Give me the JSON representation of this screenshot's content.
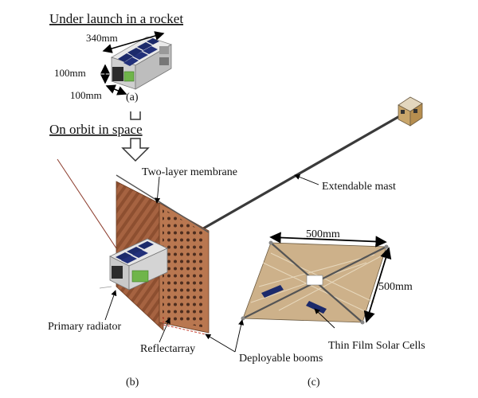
{
  "labels": {
    "under_launch": "Under launch in a rocket",
    "dim_340": "340mm",
    "dim_100_v": "100mm",
    "dim_100_h": "100mm",
    "panel_a": "(a)",
    "on_orbit": "On orbit in space",
    "two_layer": "Two-layer membrane",
    "extendable_mast": "Extendable mast",
    "dim_500_top": "500mm",
    "dim_500_side": "500mm",
    "primary_radiator": "Primary radiator",
    "reflectarray": "Reflectarray",
    "deployable_booms": "Deployable booms",
    "thin_film": "Thin Film Solar Cells",
    "panel_b": "(b)",
    "panel_c": "(c)"
  },
  "colors": {
    "membrane": "#a0603d",
    "membrane_dark": "#7a4427",
    "solar_panel": "#1c2a6b",
    "cubesat_body": "#d8d8d8",
    "boom": "#555555",
    "circuit_green": "#6fb54a",
    "sail_tan": "#c8ad86"
  }
}
